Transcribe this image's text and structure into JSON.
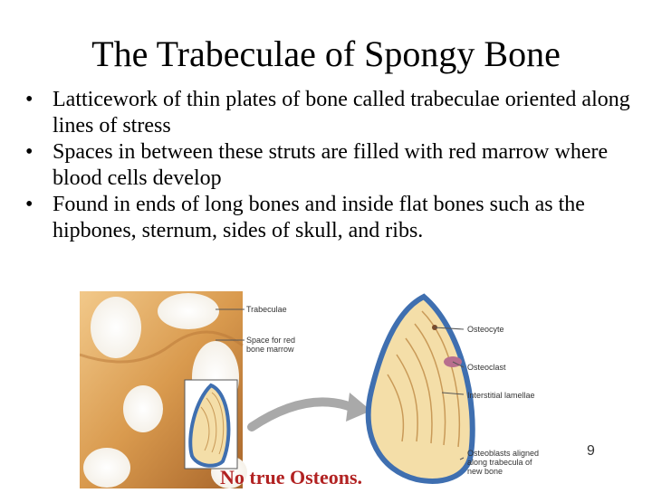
{
  "slide": {
    "title": "The Trabeculae of Spongy Bone",
    "bullet_symbol": "•",
    "bullets": [
      "Latticework of thin plates of bone called trabeculae oriented along lines of stress",
      "Spaces in between these struts are filled with red marrow where blood cells develop",
      "Found in ends of long bones and inside flat bones such as the hipbones, sternum, sides of skull, and ribs."
    ],
    "caption": "No true Osteons.",
    "page_number": "9"
  },
  "figure": {
    "labels": {
      "trabeculae": "Trabeculae",
      "space_line1": "Space for red",
      "space_line2": "bone marrow",
      "osteocyte": "Osteocyte",
      "osteoclast": "Osteoclast",
      "interstitial": "Interstitial lamellae",
      "osteoblasts_line1": "Osteoblasts aligned",
      "osteoblasts_line2": "along trabecula of",
      "osteoblasts_line3": "new bone"
    }
  }
}
